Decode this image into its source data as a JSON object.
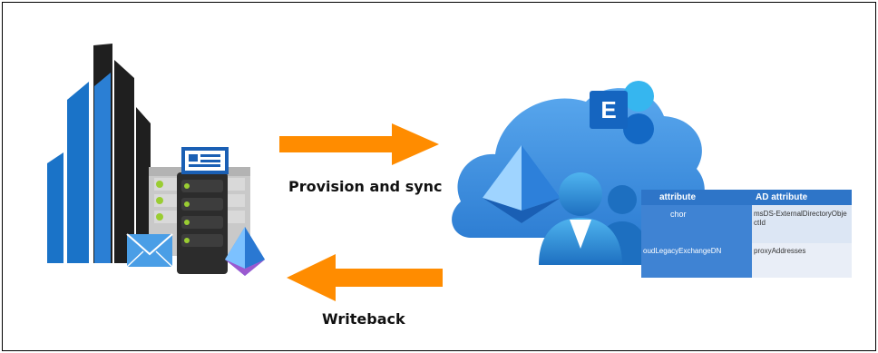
{
  "labels": {
    "provision": "Provision and sync",
    "writeback": "Writeback"
  },
  "attribute_table": {
    "headers": [
      "attribute",
      "AD attribute"
    ],
    "rows": [
      [
        "chor",
        "msDS-ExternalDirectoryObjectId"
      ],
      [
        "oudLegacyExchangeDN",
        "proxyAddresses"
      ]
    ]
  },
  "icons": [
    "on-premises-buildings-icon",
    "server-icon",
    "mail-icon",
    "entra-icon",
    "cloud-icon",
    "exchange-icon",
    "users-icon"
  ],
  "colors": {
    "arrow": "#ff8c00",
    "azure_blue": "#1a73c8",
    "table_header": "#2e75c8",
    "table_row": "#dce6f4"
  }
}
